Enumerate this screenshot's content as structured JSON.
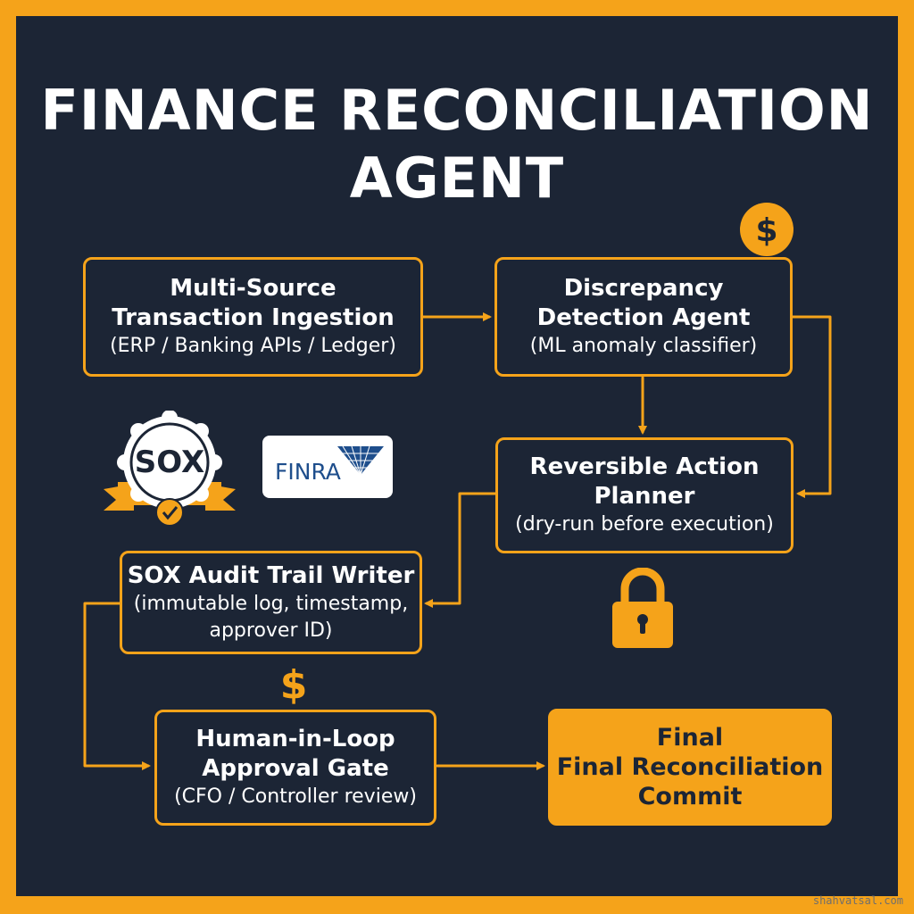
{
  "title_line1": "FINANCE RECONCILIATION",
  "title_line2": "AGENT",
  "nodes": {
    "ingestion": {
      "title1": "Multi-Source",
      "title2": "Transaction Ingestion",
      "sub": "(ERP / Banking APIs / Ledger)"
    },
    "detection": {
      "title1": "Discrepancy",
      "title2": "Detection Agent",
      "sub": "(ML anomaly classifier)"
    },
    "planner": {
      "title1": "Reversible Action",
      "title2": "Planner",
      "sub": "(dry-run before execution)"
    },
    "audit": {
      "title": "SOX Audit Trail Writer",
      "sub1": "(immutable log, timestamp,",
      "sub2": "approver ID)"
    },
    "approval": {
      "title1": "Human-in-Loop",
      "title2": "Approval Gate",
      "sub": "(CFO / Controller review)"
    },
    "final": {
      "line1": "Final",
      "line2": "Final Reconciliation",
      "line3": "Commit"
    }
  },
  "badges": {
    "sox": "SOX",
    "finra": "FINRA"
  },
  "icons": [
    "dollar-coin-icon",
    "dollar-sign-icon",
    "padlock-icon",
    "sox-seal-icon",
    "finra-logo-icon"
  ],
  "watermark": "shahvatsal.com",
  "colors": {
    "accent": "#f5a31a",
    "background": "#1c2535",
    "text": "#ffffff"
  }
}
